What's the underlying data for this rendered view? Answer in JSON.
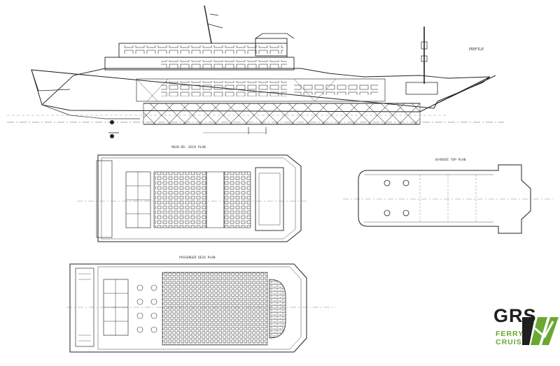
{
  "views": {
    "profile": "PROFILE",
    "main_deck": "MAIN RD. DECK PLAN",
    "wheelhouse_top": "W/HOUSE TOP PLAN",
    "passenger_deck": "PASSENGER DECK PLAN"
  },
  "logo": {
    "brand": "GRS",
    "line1": "FERRY+",
    "line2": "CRUISE",
    "colors": {
      "dark": "#1f1f1f",
      "green": "#6aa832"
    }
  }
}
